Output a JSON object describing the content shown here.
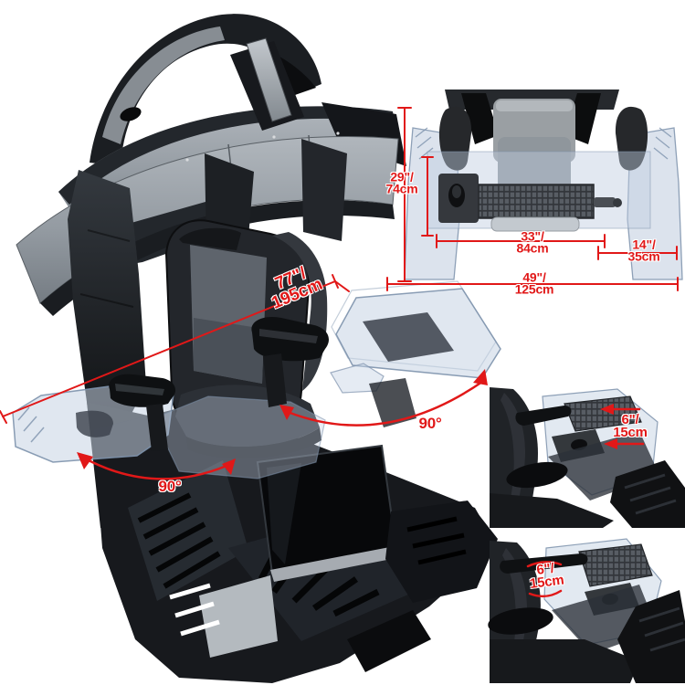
{
  "colors": {
    "annotation_red": "#e11818",
    "tray_translucent": "#c6d4e4",
    "chassis_black": "#17191d",
    "panel_gray": "#9aa0a6"
  },
  "main_view": {
    "length_label": {
      "line1": "77\"/",
      "line2": "195cm"
    },
    "seat_rotation_left": "90°",
    "seat_rotation_right": "90°"
  },
  "top_view": {
    "depth_label": {
      "line1": "29\"/",
      "line2": "74cm"
    },
    "tray_width_label": {
      "line1": "33\"/",
      "line2": "84cm"
    },
    "wing_width_label": {
      "line1": "14\"/",
      "line2": "35cm"
    },
    "total_width_label": {
      "line1": "49\"/",
      "line2": "125cm"
    }
  },
  "slide_view": {
    "travel_label": {
      "line1": "6\"/",
      "line2": "15cm"
    }
  },
  "tilt_view": {
    "travel_label": {
      "line1": "6\"/",
      "line2": "15cm"
    }
  }
}
